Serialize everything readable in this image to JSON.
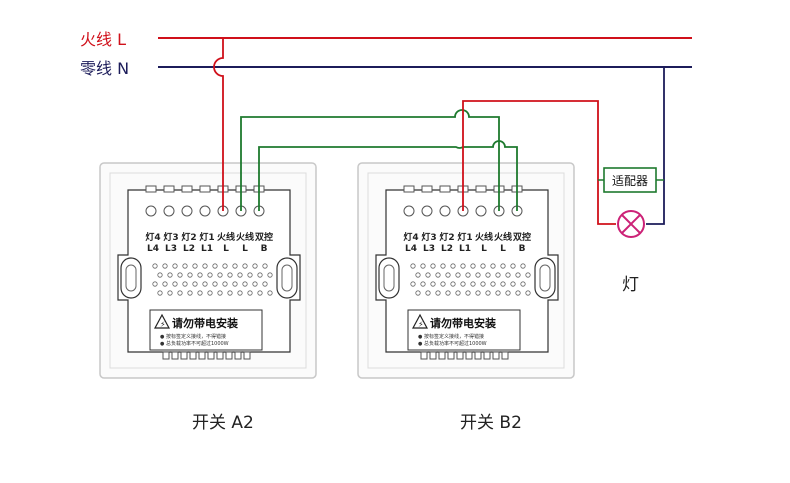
{
  "lines": {
    "live_label": "火线 L",
    "neutral_label": "零线 N",
    "live_color": "#d0101a",
    "neutral_color": "#1c1c5a",
    "control_color": "#1e7a2e"
  },
  "switch_a": {
    "caption": "开关 A2",
    "terminals_top": [
      "灯4",
      "灯3",
      "灯2",
      "灯1",
      "火线",
      "火线",
      "双控"
    ],
    "terminals_bottom": [
      "L4",
      "L3",
      "L2",
      "L1",
      "L",
      "L",
      "B"
    ],
    "warning_title": "请勿带电安装",
    "warning_line1": "● 按标签定义接线，不得错接",
    "warning_line2": "● 总负载功率不可超过1000W"
  },
  "switch_b": {
    "caption": "开关 B2",
    "terminals_top": [
      "灯4",
      "灯3",
      "灯2",
      "灯1",
      "火线",
      "火线",
      "双控"
    ],
    "terminals_bottom": [
      "L4",
      "L3",
      "L2",
      "L1",
      "L",
      "L",
      "B"
    ],
    "warning_title": "请勿带电安装",
    "warning_line1": "● 按标签定义接线，不得错接",
    "warning_line2": "● 总负载功率不可超过1000W"
  },
  "adapter": {
    "label": "适配器",
    "color": "#1e7a2e"
  },
  "lamp": {
    "label": "灯",
    "color": "#cc2277"
  }
}
